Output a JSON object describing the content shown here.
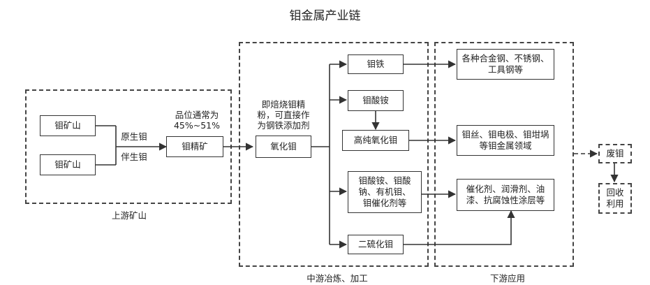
{
  "title": "钼金属产业链",
  "sections": {
    "upstream": "上游矿山",
    "midstream": "中游冶炼、加工",
    "downstream": "下游应用"
  },
  "upstream": {
    "mine1": "钼矿山",
    "mine2": "钼矿山",
    "primary": "原生钼",
    "associated": "伴生钼",
    "grade": "品位通常为\n45%~51%",
    "concentrate": "钼精矿"
  },
  "midstream": {
    "note": "即焙烧钼精\n粉，可直接作\n为钢铁添加剂",
    "oxide": "氧化钼",
    "ferro": "钼铁",
    "ammonium": "钼酸铵",
    "pure_oxide": "高纯氧化钼",
    "chemicals": "钼酸铵、钼酸\n钠、有机钼、\n钼催化剂等",
    "disulfide": "二硫化钼"
  },
  "downstream": {
    "steel": "各种合金钢、不锈钢、\n工具钢等",
    "metal": "钼丝、钼电极、钼坩埚\n等钼金属领域",
    "catalyst": "催化剂、润滑剂、油\n漆、抗腐蚀性涂层等"
  },
  "recycle": {
    "waste": "废钼",
    "reuse": "回收\n利用"
  }
}
